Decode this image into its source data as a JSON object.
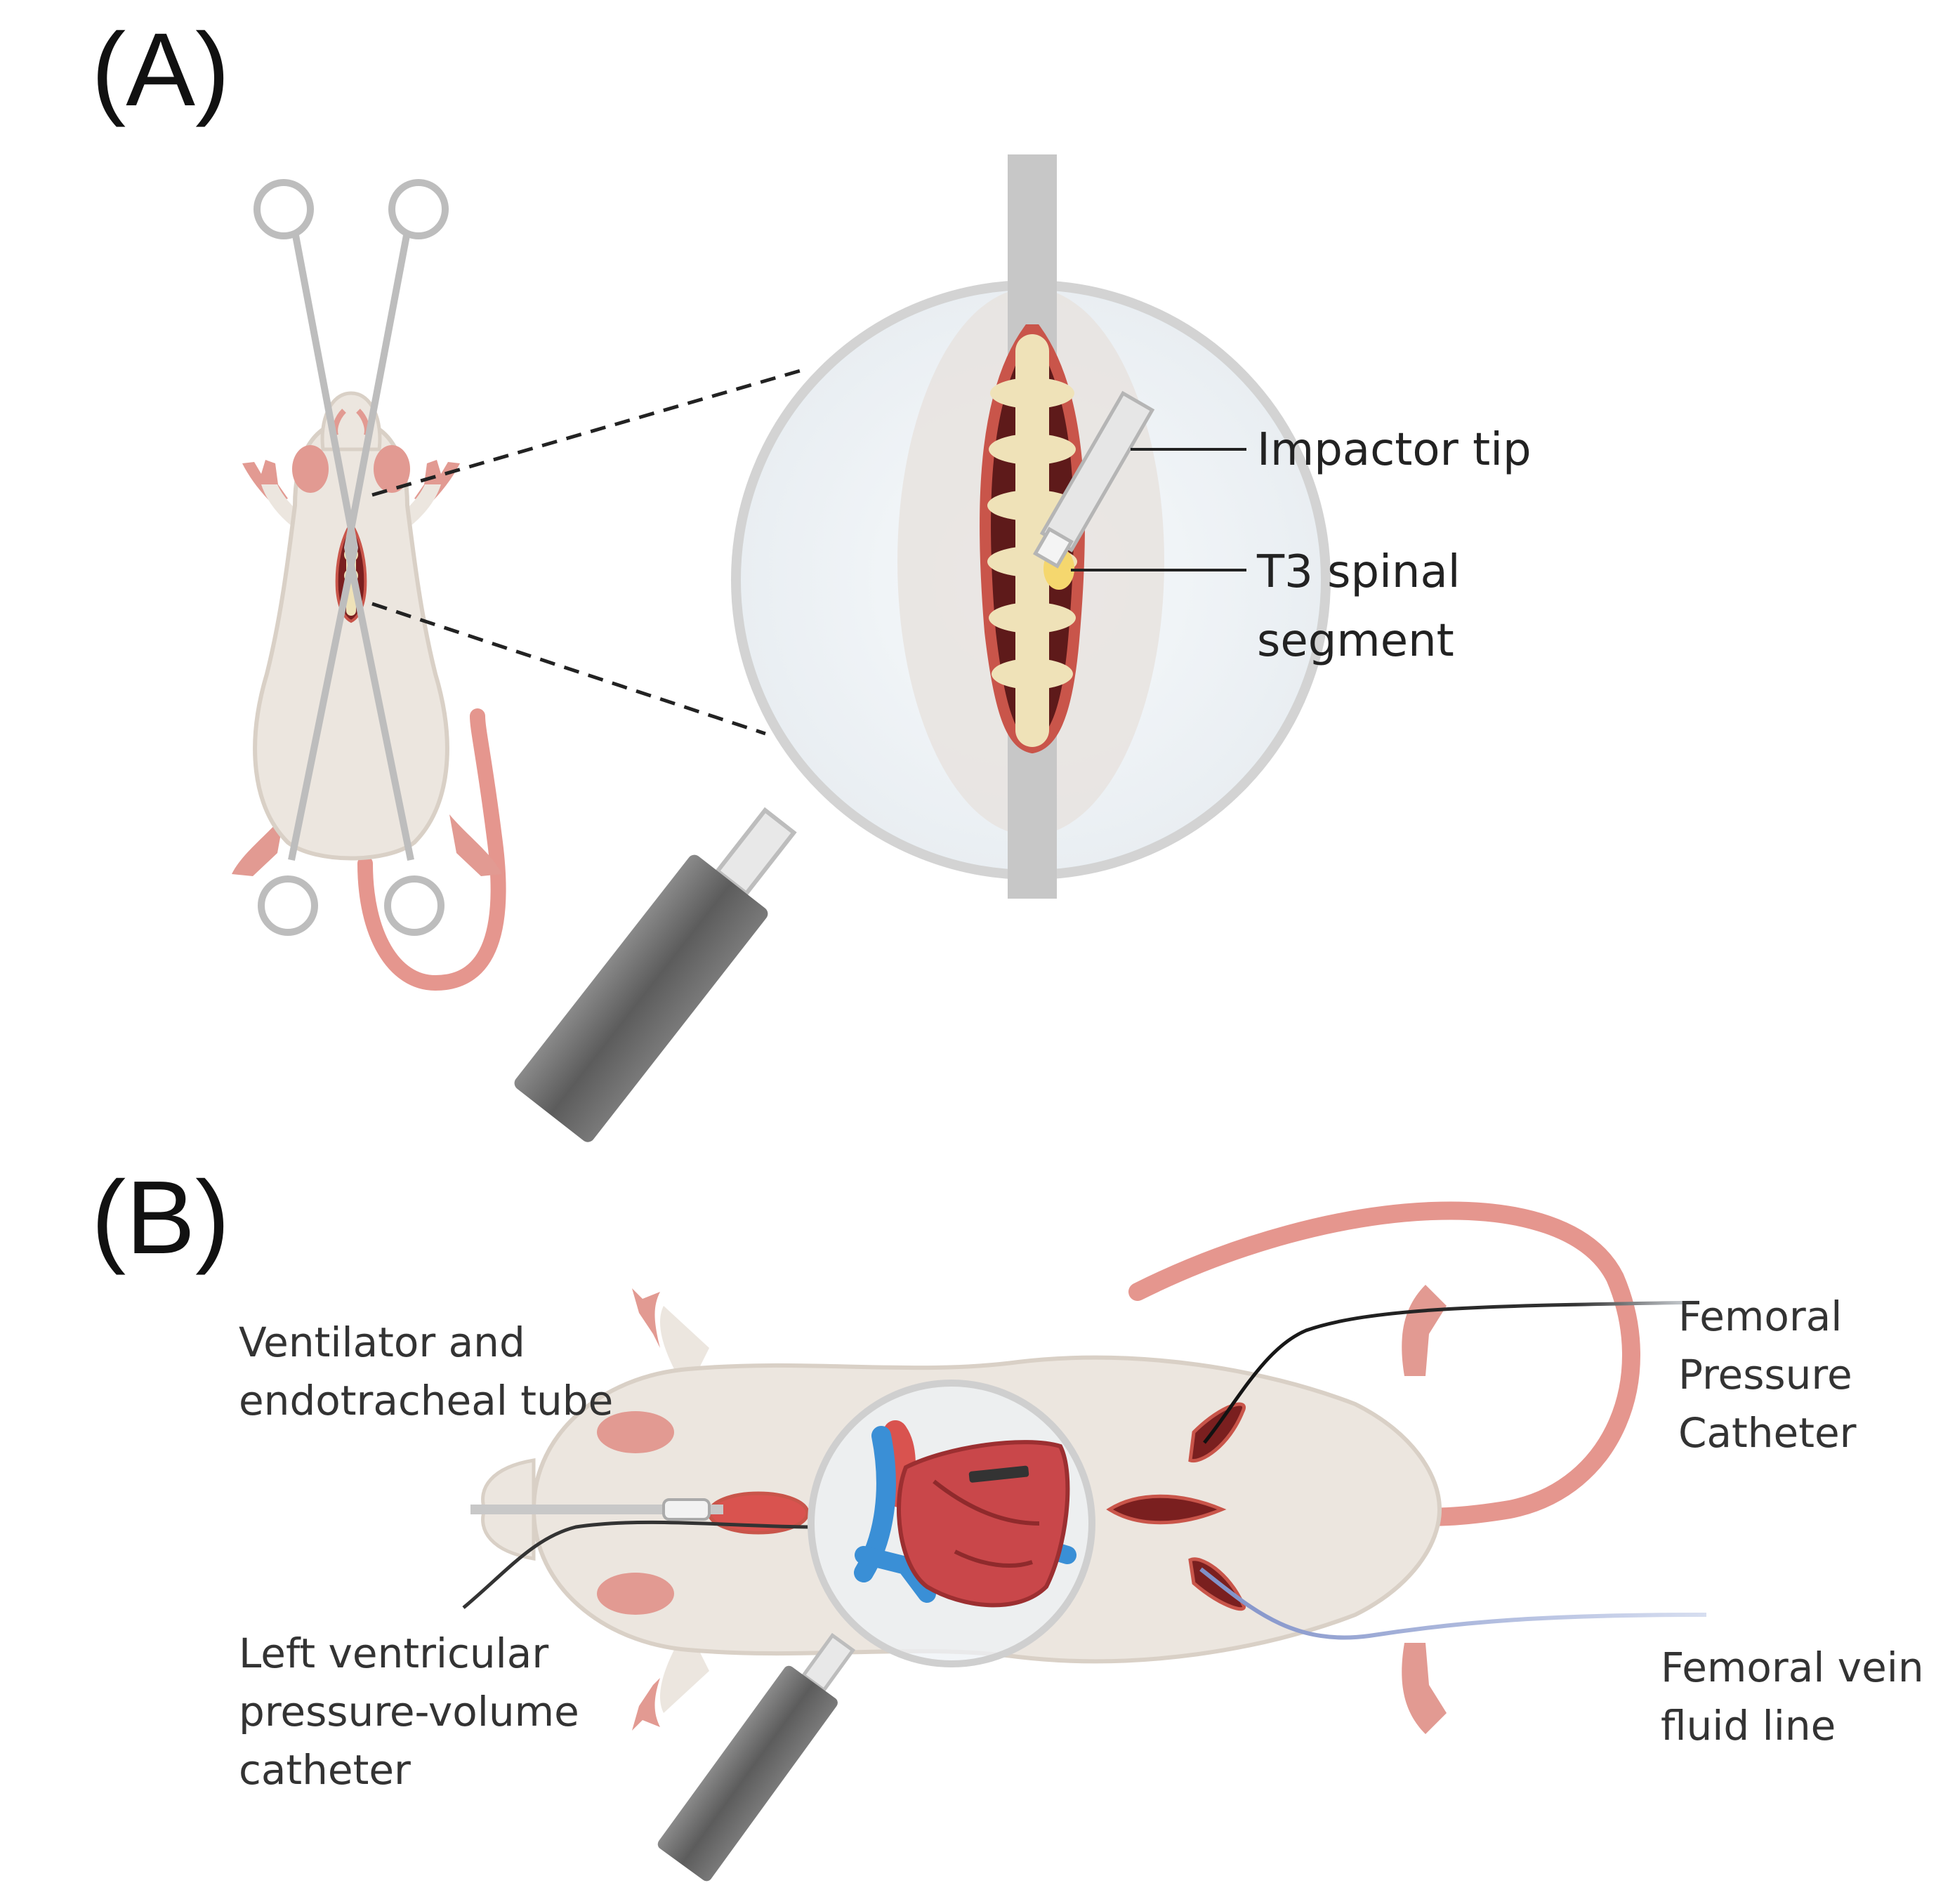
{
  "panel_a": {
    "label": "(A)",
    "callouts": {
      "impactor_tip": "Impactor tip",
      "t3_line1": "T3 spinal",
      "t3_line2": "segment"
    }
  },
  "panel_b": {
    "label": "(B)",
    "callouts": {
      "ventilator_line1": "Ventilator and",
      "ventilator_line2": "endotracheal tube",
      "lv_line1": "Left ventricular",
      "lv_line2": "pressure-volume",
      "lv_line3": "catheter",
      "fem_pressure_line1": "Femoral",
      "fem_pressure_line2": "Pressure",
      "fem_pressure_line3": "Catheter",
      "fem_vein_line1": "Femoral vein",
      "fem_vein_line2": "fluid line"
    }
  },
  "colors": {
    "skin": "#ece6df",
    "skin_shadow": "#d9d0c6",
    "pink": "#e29a92",
    "tail": "#e5968e",
    "incision": "#7a1f1f",
    "wound_border": "#c9554a",
    "bone": "#efe2b8",
    "steel": "#bdbdbd",
    "handle": "#6e6e6e",
    "artery": "#d9534f",
    "vein": "#3a8fd6",
    "fluid_line": "#8d9fd0"
  }
}
